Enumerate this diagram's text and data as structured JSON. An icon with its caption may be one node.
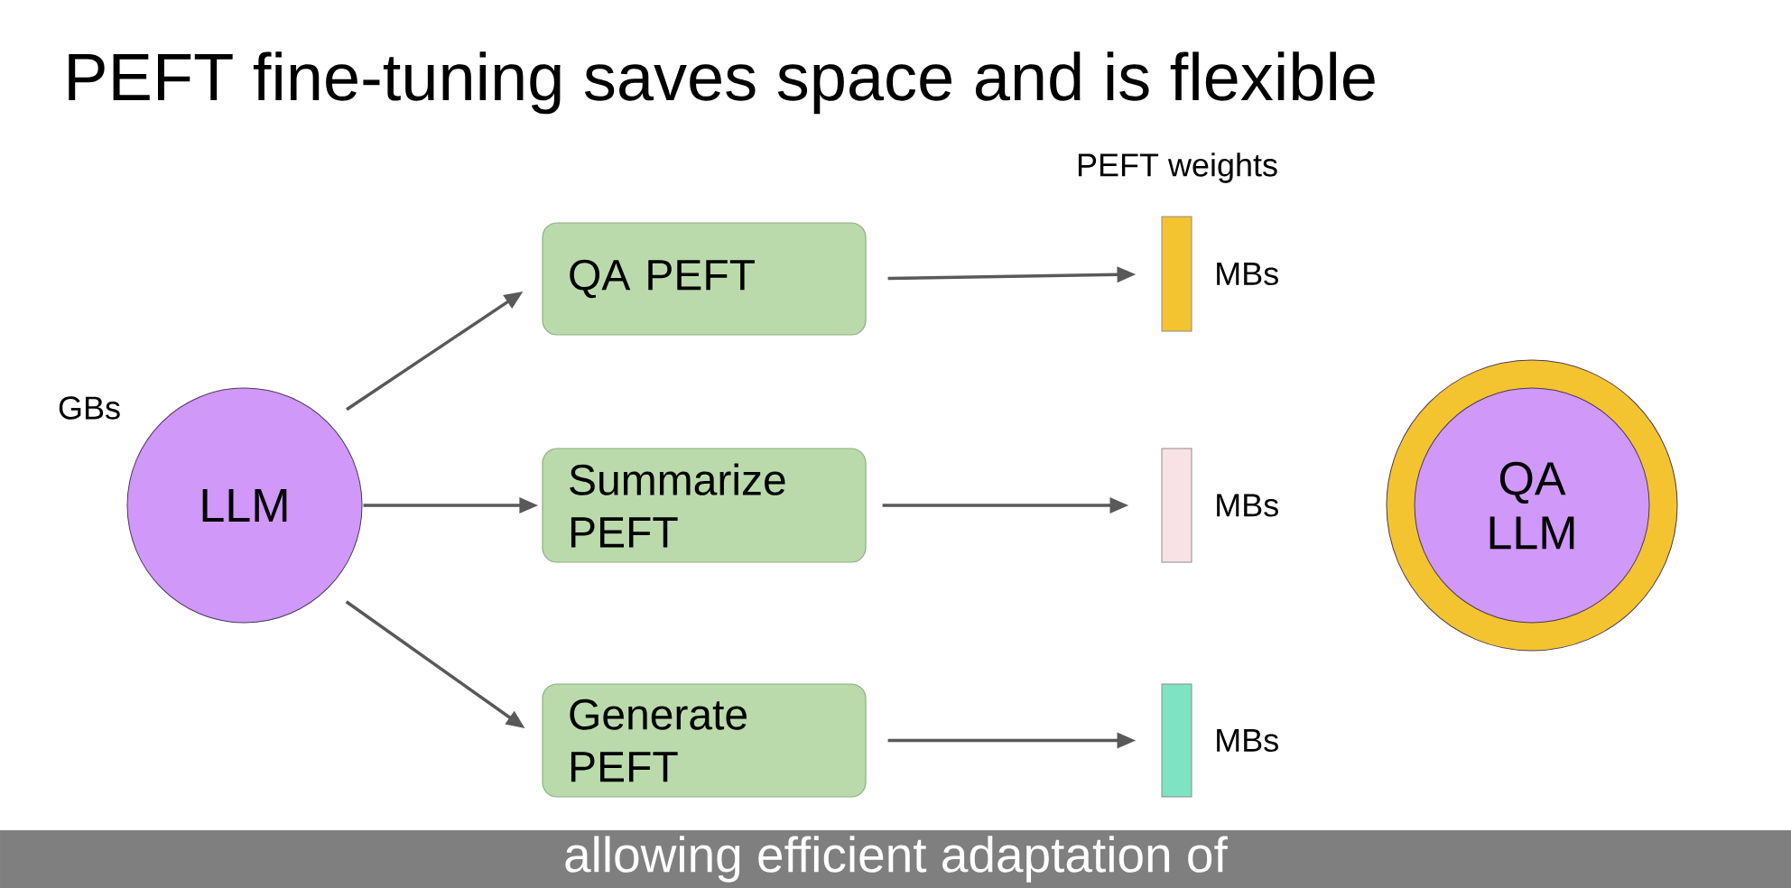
{
  "diagram": {
    "title": "PEFT fine-tuning saves space and is flexible",
    "nodes": [
      {
        "text": [
          "LLM"
        ],
        "beside": [
          "GBs"
        ]
      },
      {
        "text": [
          "QA PEFT"
        ]
      },
      {
        "text": [
          "Summarize PEFT"
        ]
      },
      {
        "text": [
          "Generate PEFT"
        ]
      },
      {
        "text": [],
        "shape": "bar",
        "beside": [
          "MBs"
        ]
      },
      {
        "text": [],
        "shape": "bar",
        "beside": [
          "MBs"
        ]
      },
      {
        "text": [],
        "shape": "bar",
        "beside": [
          "MBs"
        ]
      },
      {
        "text": [],
        "shape": "circle"
      },
      {
        "text": [
          "QA LLM"
        ],
        "in": 7
      }
    ],
    "edges": [
      {
        "from": 0,
        "to": 1,
        "arrow": "to"
      },
      {
        "from": 0,
        "to": 2,
        "arrow": "to"
      },
      {
        "from": 0,
        "to": 3,
        "arrow": "to"
      },
      {
        "from": 1,
        "to": 4,
        "arrow": "to"
      },
      {
        "from": 2,
        "to": 5,
        "arrow": "to"
      },
      {
        "from": 3,
        "to": 6,
        "arrow": "to"
      }
    ],
    "labels": [
      "PEFT weights"
    ],
    "caption": "allowing efficient adaptation of"
  }
}
